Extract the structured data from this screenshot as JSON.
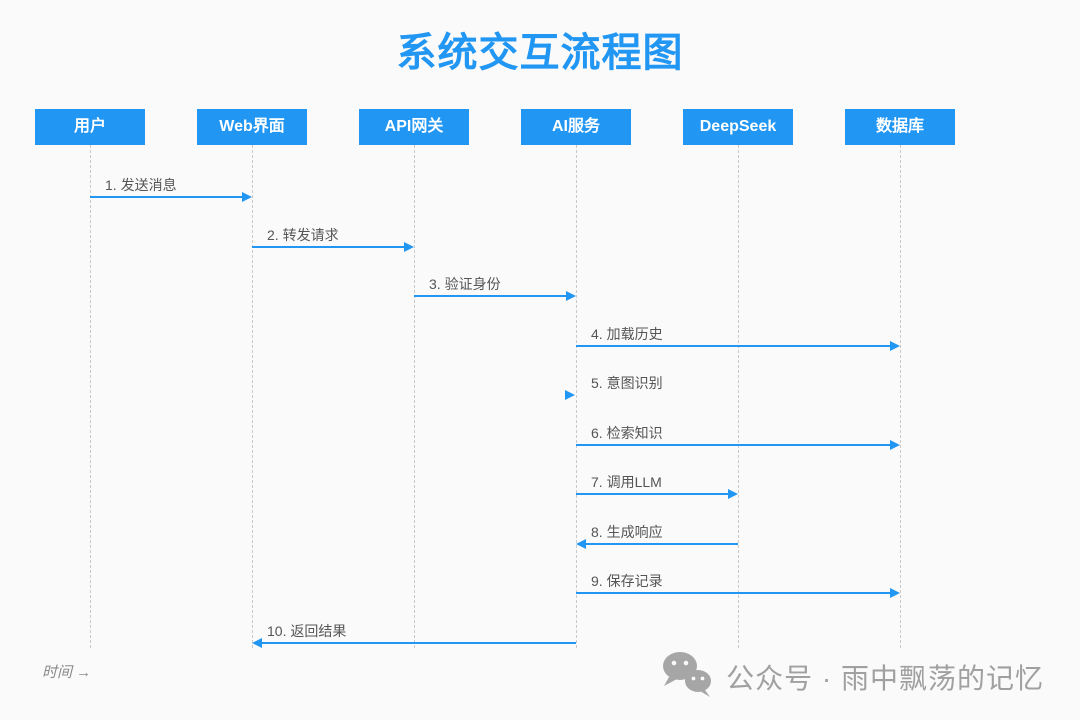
{
  "title": "系统交互流程图",
  "diagram": {
    "actors": [
      {
        "name": "用户"
      },
      {
        "name": "Web界面"
      },
      {
        "name": "API网关"
      },
      {
        "name": "AI服务"
      },
      {
        "name": "DeepSeek"
      },
      {
        "name": "数据库"
      }
    ],
    "messages": [
      {
        "label": "1. 发送消息",
        "from": "用户",
        "to": "Web界面"
      },
      {
        "label": "2. 转发请求",
        "from": "Web界面",
        "to": "API网关"
      },
      {
        "label": "3. 验证身份",
        "from": "API网关",
        "to": "AI服务"
      },
      {
        "label": "4. 加载历史",
        "from": "AI服务",
        "to": "数据库"
      },
      {
        "label": "5. 意图识别",
        "from": "AI服务",
        "to": "AI服务"
      },
      {
        "label": "6. 检索知识",
        "from": "AI服务",
        "to": "数据库"
      },
      {
        "label": "7. 调用LLM",
        "from": "AI服务",
        "to": "DeepSeek"
      },
      {
        "label": "8. 生成响应",
        "from": "DeepSeek",
        "to": "AI服务"
      },
      {
        "label": "9. 保存记录",
        "from": "AI服务",
        "to": "数据库"
      },
      {
        "label": "10. 返回结果",
        "from": "AI服务",
        "to": "Web界面"
      }
    ],
    "time_axis_label": "时间 →"
  },
  "watermark": {
    "icon": "wechat-icon",
    "text": "公众号 · 雨中飘荡的记忆"
  },
  "colors": {
    "accent": "#2196F3",
    "actor_bg": "#2196F3",
    "actor_text": "#ffffff",
    "message_text": "#555555",
    "lifeline": "#c9c9c9",
    "watermark": "#a0a0a0",
    "background": "#fafafa"
  }
}
